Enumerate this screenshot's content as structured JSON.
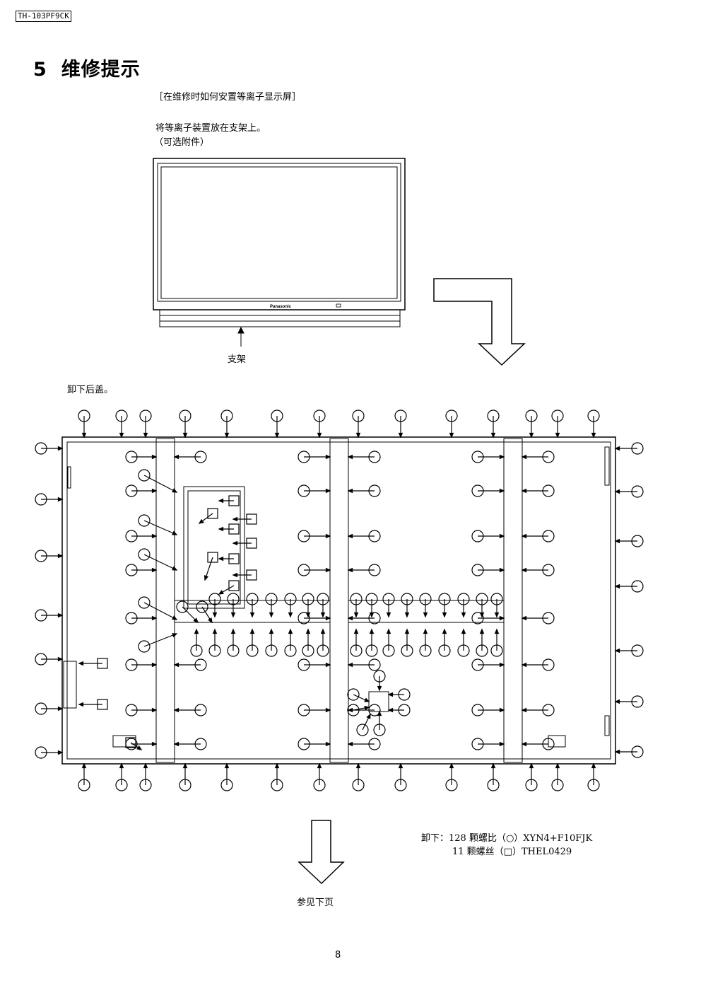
{
  "header": {
    "model": "TH-103PF9CK"
  },
  "section": {
    "number": "5",
    "title": "维修提示"
  },
  "caption": "［在维修时如何安置等离子显示屏］",
  "step1": {
    "line1": "将等离子装置放在支架上。",
    "line2": "（可选附件）"
  },
  "tv": {
    "brand": "Panasonic"
  },
  "stand_label": "支架",
  "step2": "卸下后盖。",
  "legend": {
    "line1": "卸下：128 颗螺比（○）XYN4+F10FJK",
    "line2": "11 颗螺丝（□）THEL0429"
  },
  "next": "参见下页",
  "page": "8"
}
